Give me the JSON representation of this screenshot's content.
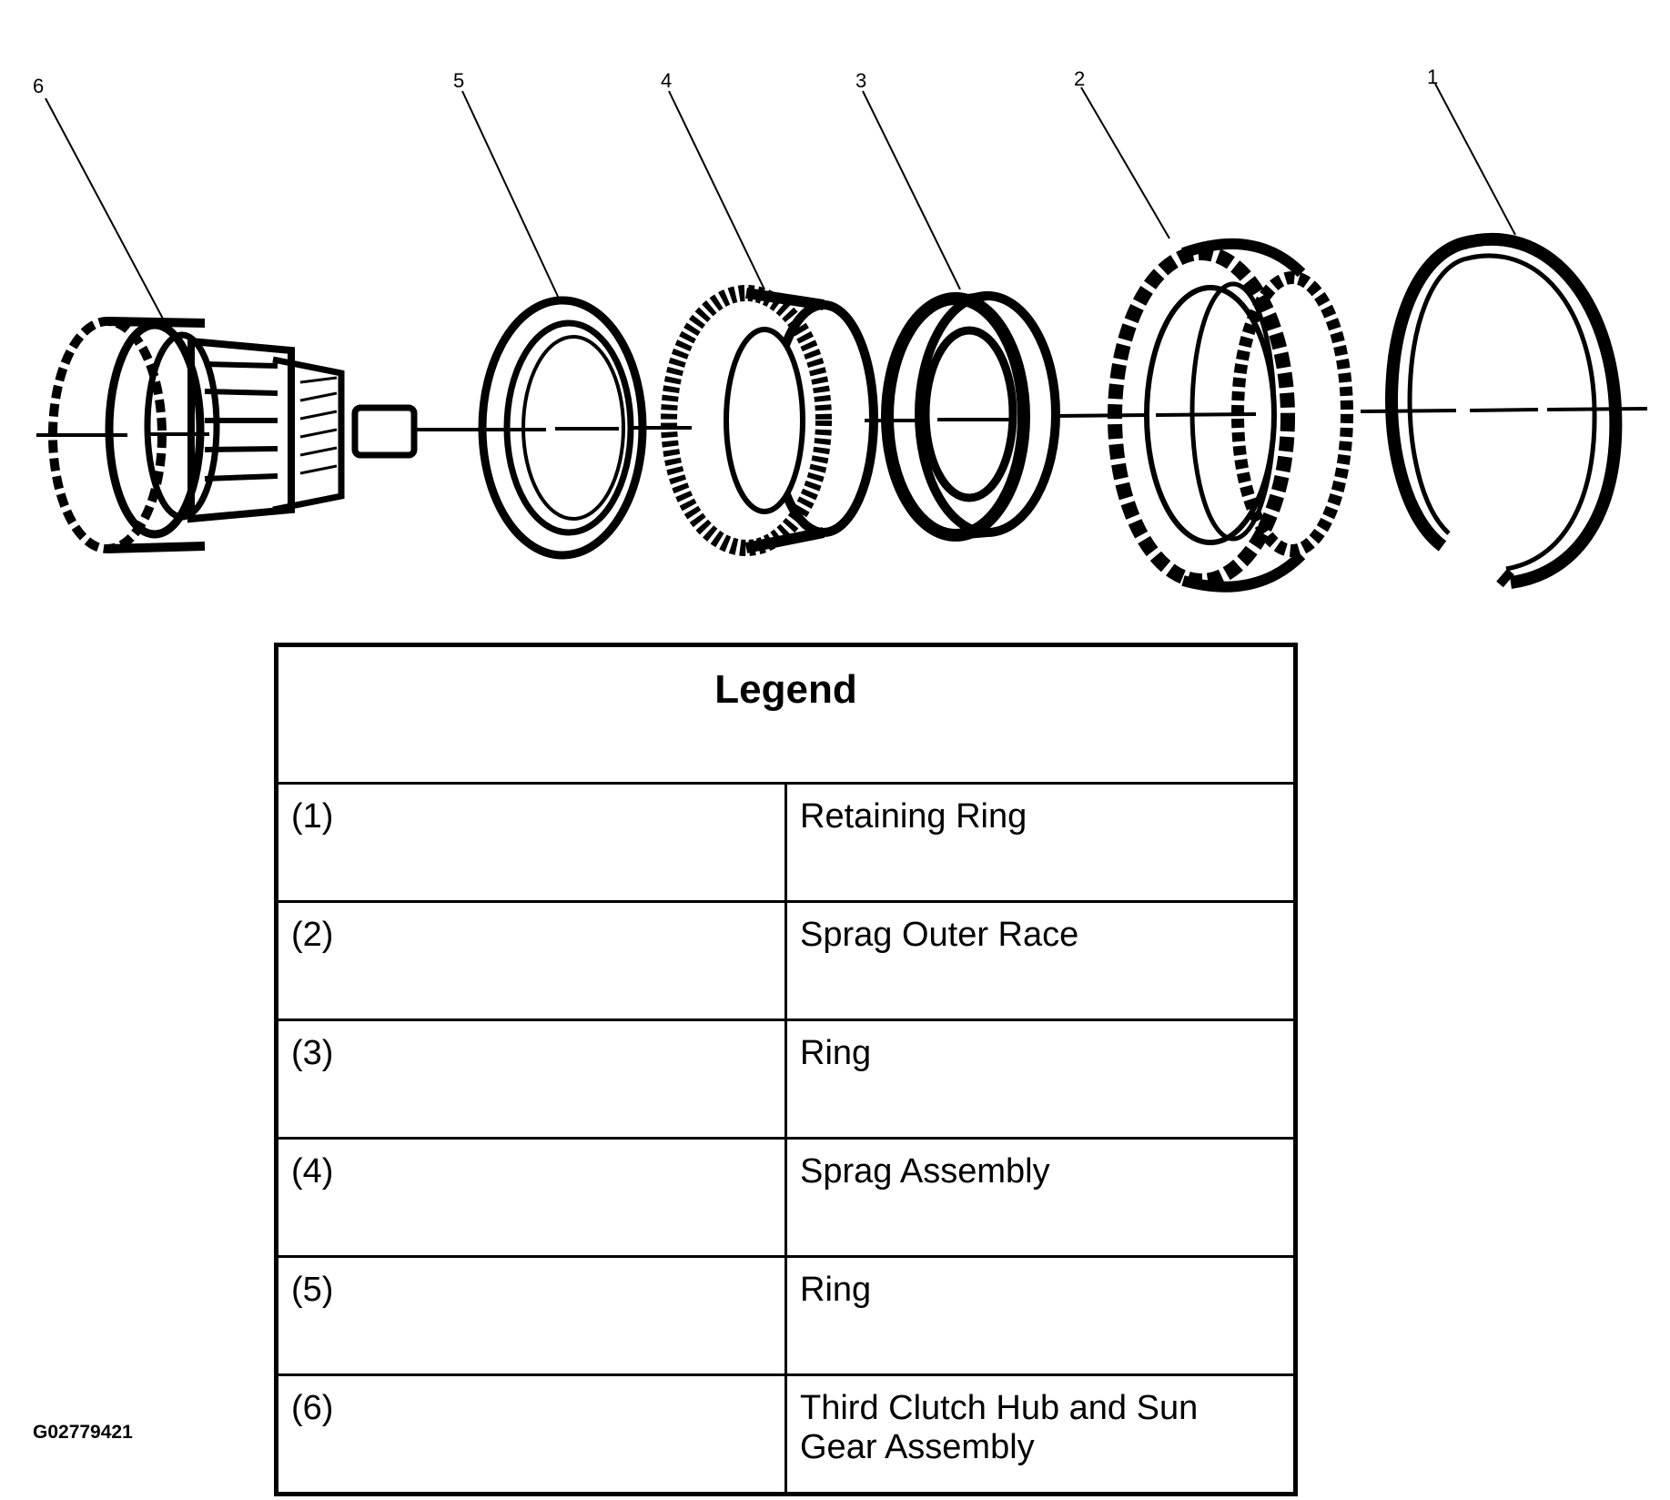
{
  "callouts": [
    "1",
    "2",
    "3",
    "4",
    "5",
    "6"
  ],
  "legend": {
    "title": "Legend",
    "rows": [
      {
        "num": "(1)",
        "desc": "Retaining Ring"
      },
      {
        "num": "(2)",
        "desc": "Sprag Outer Race"
      },
      {
        "num": "(3)",
        "desc": "Ring"
      },
      {
        "num": "(4)",
        "desc": "Sprag Assembly"
      },
      {
        "num": "(5)",
        "desc": "Ring"
      },
      {
        "num": "(6)",
        "desc": "Third Clutch Hub and Sun Gear Assembly"
      }
    ]
  },
  "figure_id": "G02779421"
}
